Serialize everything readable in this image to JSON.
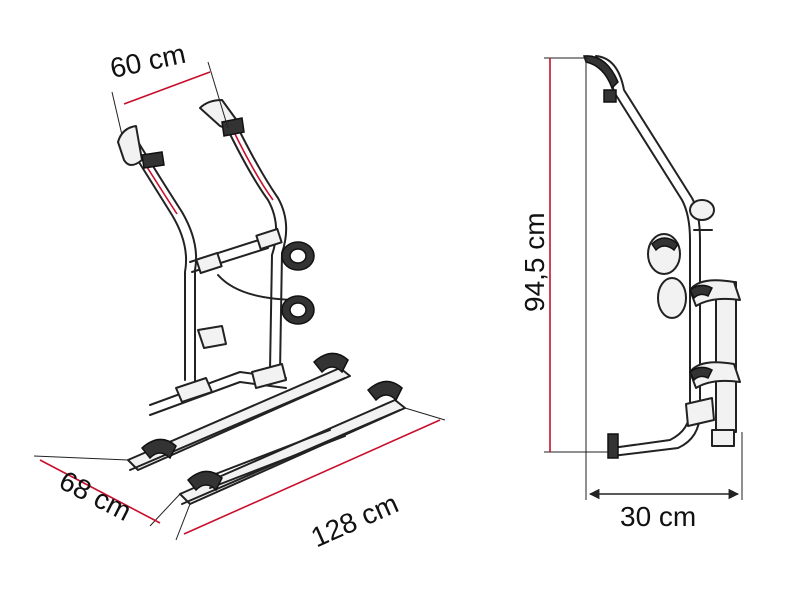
{
  "dimensions": {
    "top_width": "60 cm",
    "depth": "68 cm",
    "length": "128 cm",
    "height": "94,5 cm",
    "side_depth": "30 cm"
  },
  "colors": {
    "dimension_line": "#c8102e",
    "drawing_stroke": "#222222"
  }
}
